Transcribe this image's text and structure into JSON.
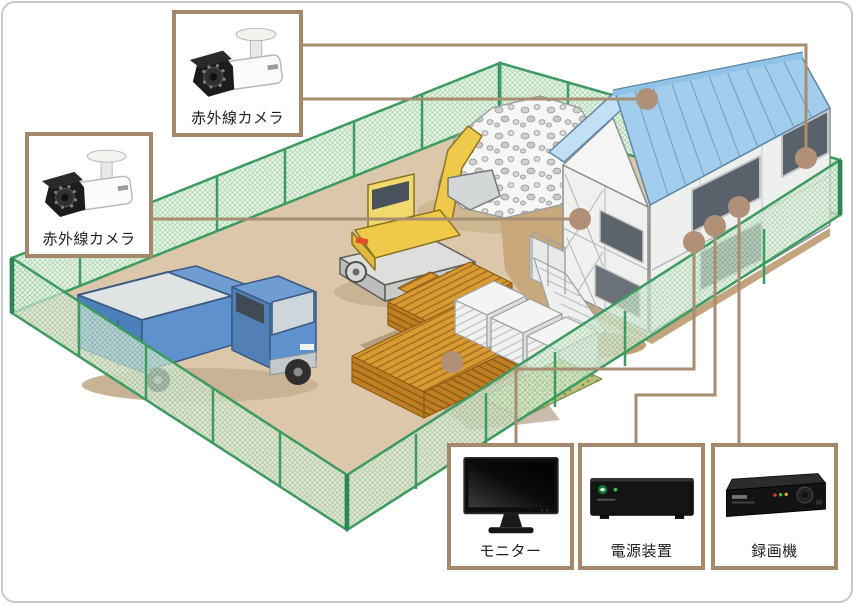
{
  "callouts": {
    "camera_top": {
      "label": "赤外線カメラ",
      "device": "infrared-bullet-camera"
    },
    "camera_left": {
      "label": "赤外線カメラ",
      "device": "infrared-bullet-camera"
    },
    "monitor": {
      "label": "モニター",
      "device": "lcd-monitor"
    },
    "power_supply": {
      "label": "電源装置",
      "device": "power-supply-unit"
    },
    "recorder": {
      "label": "録画機",
      "device": "video-recorder"
    }
  },
  "scene": {
    "elements": [
      "chain-link-fence",
      "dump-truck",
      "mini-excavator",
      "gravel-pile",
      "lumber-stacks",
      "material-stacks",
      "site-office-building",
      "outdoor-stairs"
    ]
  },
  "colors": {
    "connection_line": "#a78e71",
    "connection_dot": "#b19078",
    "callout_border": "#a5876b",
    "fence_green": "#3d9b62",
    "ground_tan": "#dcc7ab",
    "roof_blue": "#a3cdec",
    "truck_blue": "#5f92cc",
    "excavator_yellow": "#eec94a",
    "lumber_orange": "#d89a33"
  }
}
